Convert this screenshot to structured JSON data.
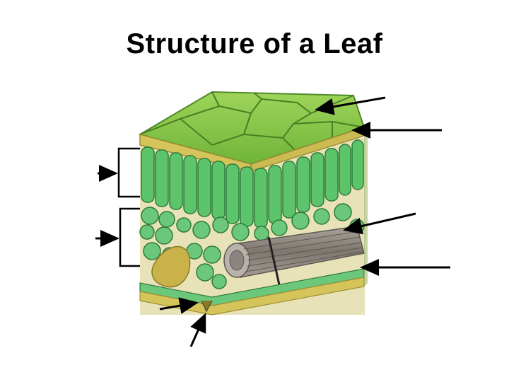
{
  "slide": {
    "title": "Structure of a Leaf"
  },
  "diagram": {
    "subject": "leaf cross-section block",
    "unlabeled_pointer_count": 8,
    "colors": {
      "upper_epidermis": "#7ac142",
      "cuticle": "#5a9e2f",
      "palisade": "#5cc46a",
      "spongy": "#6bc77a",
      "yellow_layer": "#d9c868",
      "air_space": "#c9b24a",
      "vein": "#8a8580",
      "arrow": "#000000"
    }
  }
}
